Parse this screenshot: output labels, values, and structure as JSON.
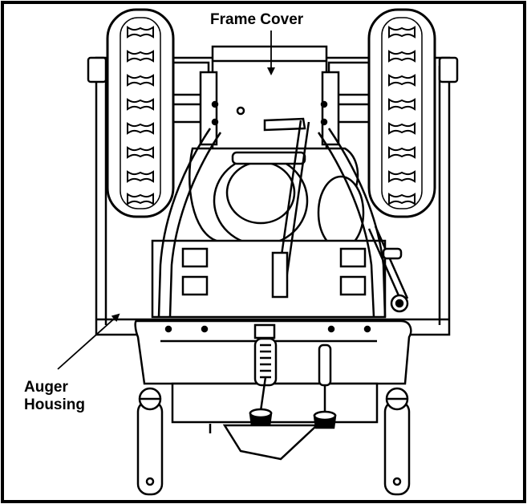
{
  "figure": {
    "callouts": {
      "frame_cover": "Frame Cover",
      "auger_housing_line1": "Auger",
      "auger_housing_line2": "Housing"
    },
    "colors": {
      "line": "#000000",
      "background": "#ffffff",
      "tire_fill": "#ffffff"
    }
  }
}
